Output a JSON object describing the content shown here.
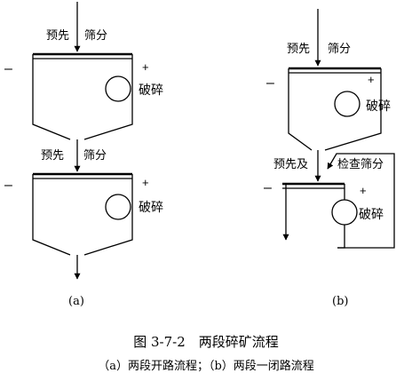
{
  "diagram_a": {
    "stage1": {
      "label_left": "预先",
      "label_right": "筛分",
      "minus": "–",
      "plus": "+",
      "crusher": "破碎"
    },
    "stage2": {
      "label_left": "预先",
      "label_right": "筛分",
      "minus": "–",
      "plus": "+",
      "crusher": "破碎"
    },
    "sub_label": "(a)"
  },
  "diagram_b": {
    "stage1": {
      "label_left": "预先",
      "label_right": "筛分",
      "minus": "–",
      "plus": "+",
      "crusher": "破碎"
    },
    "stage2": {
      "label_left": "预先及",
      "label_right": "检查筛分",
      "minus": "–",
      "plus": "+",
      "crusher": "破碎"
    },
    "sub_label": "(b)"
  },
  "caption": {
    "title": "图 3-7-2　两段碎矿流程",
    "subtitle": "（a）两段开路流程；（b）两段一闭路流程"
  }
}
